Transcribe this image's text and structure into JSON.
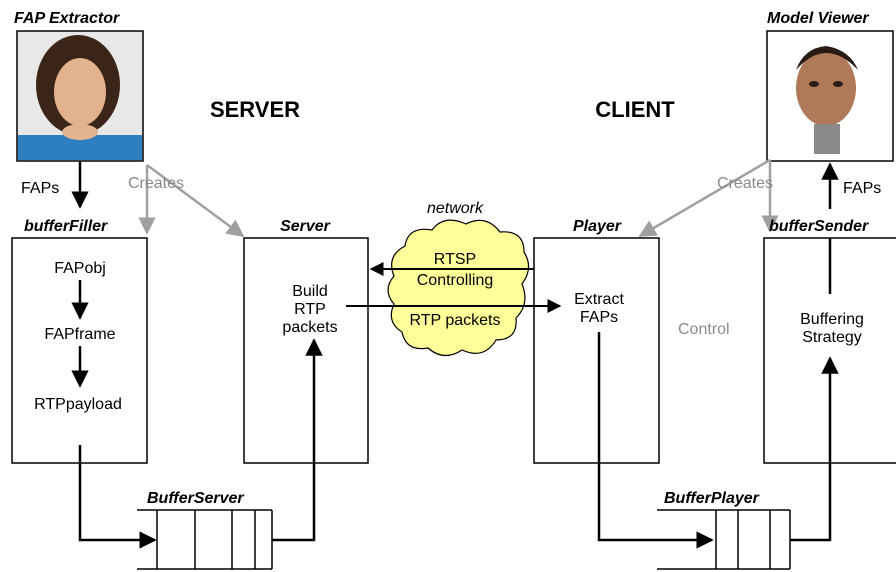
{
  "photos": {
    "fap_extractor": {
      "title": "FAP Extractor"
    },
    "model_viewer": {
      "title": "Model Viewer"
    }
  },
  "headings": {
    "server": "SERVER",
    "client": "CLIENT"
  },
  "network": {
    "label": "network",
    "rtsp": "RTSP",
    "controlling": "Controlling",
    "rtp": "RTP packets"
  },
  "arrows": {
    "faps_left": "FAPs",
    "faps_right": "FAPs",
    "creates_left": "Creates",
    "creates_right": "Creates",
    "control": "Control"
  },
  "boxes": {
    "buffer_filler": {
      "title": "bufferFiller",
      "items": [
        "FAPobj",
        "FAPframe",
        "RTPpayload"
      ]
    },
    "server": {
      "title": "Server",
      "lines": [
        "Build",
        "RTP",
        "packets"
      ]
    },
    "player": {
      "title": "Player",
      "lines": [
        "Extract",
        "FAPs"
      ]
    },
    "buffer_sender": {
      "title": "bufferSender",
      "lines": [
        "Buffering",
        "Strategy"
      ]
    }
  },
  "buffers": {
    "buffer_server": {
      "title": "BufferServer"
    },
    "buffer_player": {
      "title": "BufferPlayer"
    }
  },
  "colors": {
    "line": "#000000",
    "gray": "#a0a0a0",
    "cloud": "#ffff99"
  }
}
